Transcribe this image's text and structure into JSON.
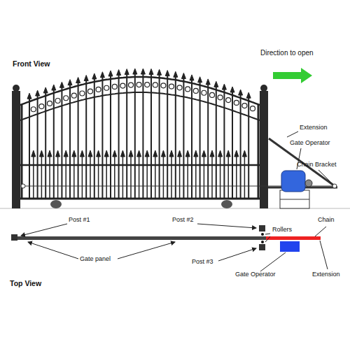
{
  "diagram": {
    "labels": [
      "Front View",
      "Direction to open",
      "Extension",
      "Gate Operator",
      "Chain Bracket",
      "Post #1",
      "Post #2",
      "Rollers",
      "Chain",
      "Gate panel",
      "Post #3",
      "Gate Operator",
      "Extension",
      "Top View"
    ]
  }
}
